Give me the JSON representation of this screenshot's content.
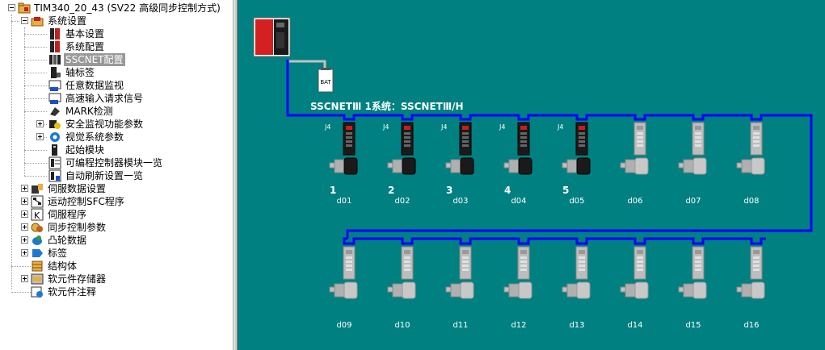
{
  "tree": {
    "root": "TIM340_20_43 (SV22 高级同步控制方式)",
    "system": "系统设置",
    "system_children": [
      "基本设置",
      "系统配置",
      "SSCNET配置",
      "轴标签",
      "任意数据监视",
      "高速输入请求信号",
      "MARK检测",
      "安全监视功能参数",
      "视觉系统参数",
      "起始模块",
      "可编程控制器模块一览",
      "自动刷新设置一览"
    ],
    "top_items": [
      "伺服数据设置",
      "运动控制SFC程序",
      "伺服程序",
      "同步控制参数",
      "凸轮数据",
      "标签",
      "结构体",
      "软元件存储器",
      "软元件注释"
    ]
  },
  "diagram": {
    "battery_label": "BAT",
    "network_label": "SSCNETⅢ 1系统：SSCNETⅢ/H",
    "port_label": "J4",
    "row1": [
      {
        "num": "1",
        "id": "d01"
      },
      {
        "num": "2",
        "id": "d02"
      },
      {
        "num": "3",
        "id": "d03"
      },
      {
        "num": "4",
        "id": "d04"
      },
      {
        "num": "5",
        "id": "d05"
      },
      {
        "num": "",
        "id": "d06"
      },
      {
        "num": "",
        "id": "d07"
      },
      {
        "num": "",
        "id": "d08"
      }
    ],
    "row2": [
      {
        "num": "",
        "id": "d09"
      },
      {
        "num": "",
        "id": "d10"
      },
      {
        "num": "",
        "id": "d11"
      },
      {
        "num": "",
        "id": "d12"
      },
      {
        "num": "",
        "id": "d13"
      },
      {
        "num": "",
        "id": "d14"
      },
      {
        "num": "",
        "id": "d15"
      },
      {
        "num": "",
        "id": "d16"
      }
    ],
    "colors": {
      "background": "#008080",
      "bus": "#0000ff",
      "cpu": "#d42020",
      "active_amp": "#1a1a1a",
      "inactive_amp": "#bdbdbd"
    }
  }
}
